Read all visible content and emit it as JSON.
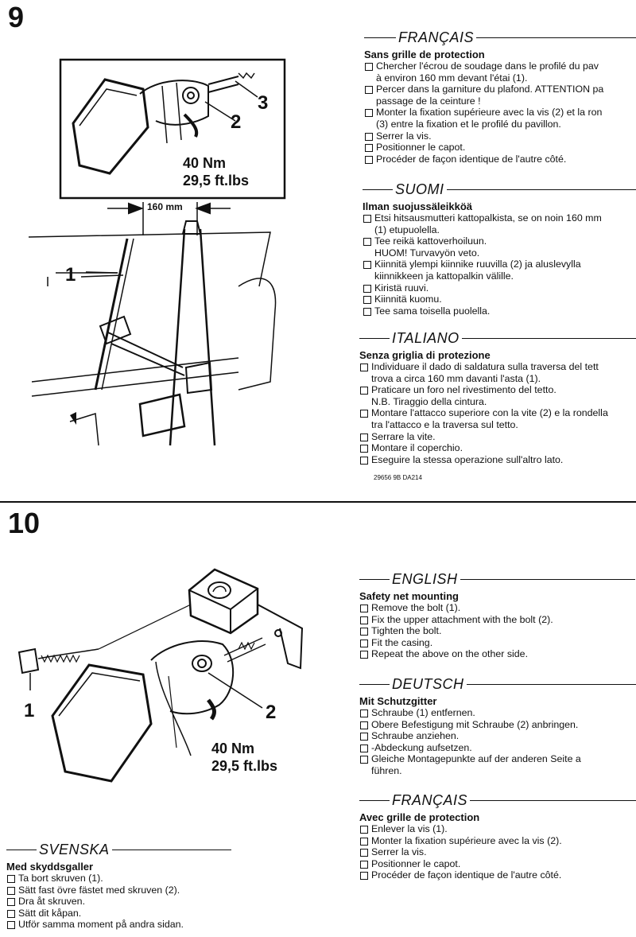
{
  "steps": {
    "step9": "9",
    "step10": "10"
  },
  "figure9": {
    "callout1": "1",
    "callout2": "2",
    "callout3": "3",
    "torque_nm": "40 Nm",
    "torque_ftlbs": "29,5 ft.lbs",
    "distance": "160 mm"
  },
  "figure10": {
    "callout1": "1",
    "callout2": "2",
    "torque_nm": "40 Nm",
    "torque_ftlbs": "29,5 ft.lbs"
  },
  "francais1": {
    "heading": "FRANÇAIS",
    "subtitle": "Sans grille de protection",
    "items": [
      {
        "text": "Chercher l'écrou de soudage dans le profilé du pav",
        "box": true
      },
      {
        "text": "à environ 160 mm devant l'étai (1).",
        "box": false
      },
      {
        "text": "Percer dans la garniture du plafond. ATTENTION pa",
        "box": true
      },
      {
        "text": "passage de la ceinture !",
        "box": false
      },
      {
        "text": "Monter la fixation supérieure avec la vis (2) et la ron",
        "box": true
      },
      {
        "text": "(3) entre la fixation et le profilé du pavillon.",
        "box": false
      },
      {
        "text": "Serrer la vis.",
        "box": true
      },
      {
        "text": "Positionner le capot.",
        "box": true
      },
      {
        "text": "Procéder de façon identique de l'autre côté.",
        "box": true
      }
    ]
  },
  "suomi": {
    "heading": "SUOMI",
    "subtitle": "Ilman suojussäleikköä",
    "items": [
      {
        "text": "Etsi hitsausmutteri kattopalkista, se on noin 160 mm",
        "box": true
      },
      {
        "text": "(1) etupuolella.",
        "box": false
      },
      {
        "text": "Tee reikä kattoverhoiluun.",
        "box": true
      },
      {
        "text": "HUOM! Turvavyön veto.",
        "box": false
      },
      {
        "text": "Kiinnitä ylempi kiinnike ruuvilla (2) ja aluslevylla",
        "box": true
      },
      {
        "text": "kiinnikkeen ja kattopalkin välille.",
        "box": false
      },
      {
        "text": "Kiristä ruuvi.",
        "box": true
      },
      {
        "text": "Kiinnitä kuomu.",
        "box": true
      },
      {
        "text": "Tee sama toisella puolella.",
        "box": true
      }
    ]
  },
  "italiano": {
    "heading": "ITALIANO",
    "subtitle": "Senza griglia di protezione",
    "items": [
      {
        "text": "Individuare il dado di saldatura sulla traversa del tett",
        "box": true
      },
      {
        "text": "trova a circa 160 mm davanti l'asta (1).",
        "box": false
      },
      {
        "text": "Praticare un foro nel rivestimento del tetto.",
        "box": true
      },
      {
        "text": "N.B. Tiraggio della cintura.",
        "box": false
      },
      {
        "text": "Montare l'attacco superiore con la vite (2) e la rondella",
        "box": true
      },
      {
        "text": "tra l'attacco e la traversa sul tetto.",
        "box": false
      },
      {
        "text": "Serrare la vite.",
        "box": true
      },
      {
        "text": "Montare il coperchio.",
        "box": true
      },
      {
        "text": "Eseguire la stessa operazione sull'altro lato.",
        "box": true
      }
    ],
    "code": "29656 9B  DA214"
  },
  "english": {
    "heading": "ENGLISH",
    "subtitle": "Safety net mounting",
    "items": [
      {
        "text": "Remove the bolt (1).",
        "box": true
      },
      {
        "text": "Fix the upper attachment with the bolt (2).",
        "box": true
      },
      {
        "text": "Tighten the bolt.",
        "box": true
      },
      {
        "text": "Fit the casing.",
        "box": true
      },
      {
        "text": "Repeat the above on the other side.",
        "box": true
      }
    ]
  },
  "deutsch": {
    "heading": "DEUTSCH",
    "subtitle": "Mit Schutzgitter",
    "items": [
      {
        "text": "Schraube (1) entfernen.",
        "box": true
      },
      {
        "text": "Obere Befestigung mit Schraube (2) anbringen.",
        "box": true
      },
      {
        "text": "Schraube anziehen.",
        "box": true
      },
      {
        "text": "-Abdeckung aufsetzen.",
        "box": true
      },
      {
        "text": "Gleiche  Montagepunkte  auf  der  anderen  Seite  a",
        "box": true
      },
      {
        "text": "führen.",
        "box": false
      }
    ]
  },
  "francais2": {
    "heading": "FRANÇAIS",
    "subtitle": "Avec grille de protection",
    "items": [
      {
        "text": "Enlever la vis (1).",
        "box": true
      },
      {
        "text": "Monter la fixation supérieure avec la vis (2).",
        "box": true
      },
      {
        "text": "Serrer la vis.",
        "box": true
      },
      {
        "text": "Positionner le capot.",
        "box": true
      },
      {
        "text": "Procéder de façon identique de l'autre côté.",
        "box": true
      }
    ]
  },
  "svenska": {
    "heading": "SVENSKA",
    "subtitle": "Med skyddsgaller",
    "items": [
      {
        "text": "Ta bort skruven (1).",
        "box": true
      },
      {
        "text": "Sätt fast övre fästet med skruven (2).",
        "box": true
      },
      {
        "text": "Dra åt skruven.",
        "box": true
      },
      {
        "text": "Sätt dit kåpan.",
        "box": true
      },
      {
        "text": "Utför samma moment på andra sidan.",
        "box": true
      }
    ]
  }
}
